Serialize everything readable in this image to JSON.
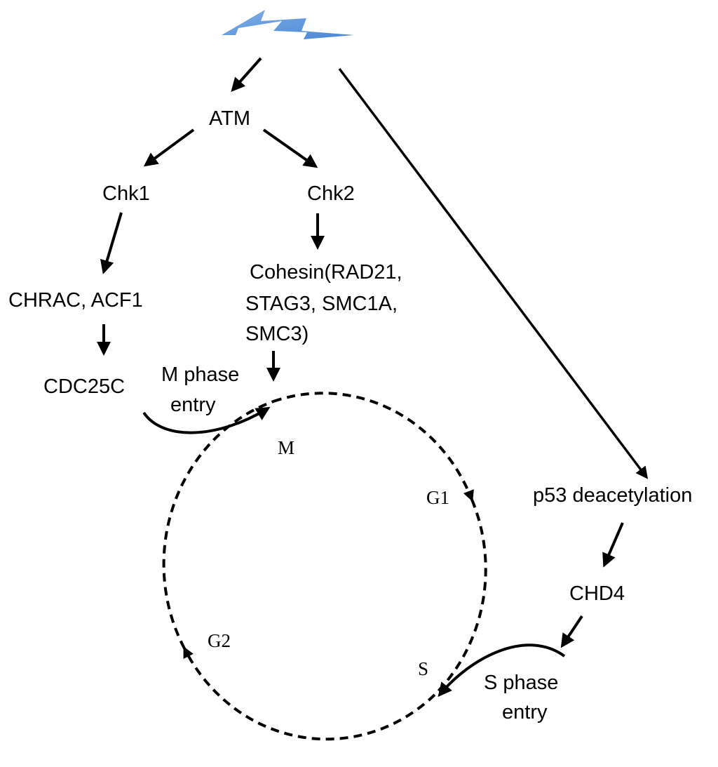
{
  "nodes": {
    "atm": "ATM",
    "chk1": "Chk1",
    "chk2": "Chk2",
    "chrac": "CHRAC, ACF1",
    "cohesin_1": "Cohesin(RAD21,",
    "cohesin_2": "STAG3, SMC1A,",
    "cohesin_3": "SMC3)",
    "cdc25c": "CDC25C",
    "m_phase_1": "M phase",
    "m_phase_2": "entry",
    "p53": "p53 deacetylation",
    "chd4": "CHD4",
    "s_phase_1": "S phase",
    "s_phase_2": "entry"
  },
  "cycle_phases": {
    "m": "M",
    "g1": "G1",
    "s": "S",
    "g2": "G2"
  },
  "colors": {
    "lightning": "#4a86d4",
    "lightning_light": "#7fb0e8"
  }
}
